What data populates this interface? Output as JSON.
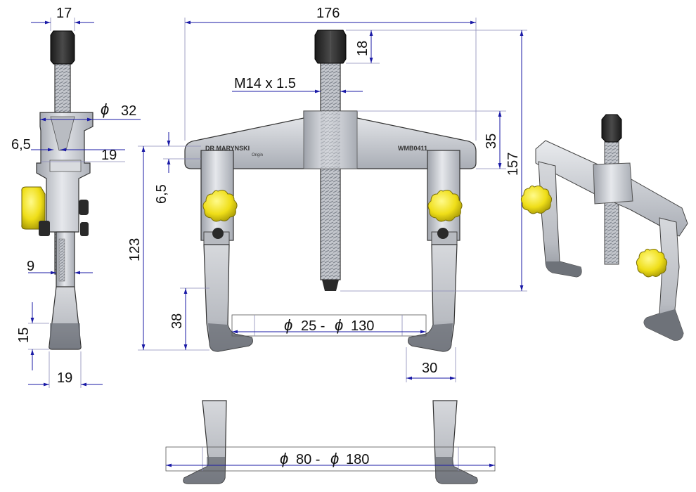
{
  "dimensions": {
    "side_top_width": "17",
    "side_collar_diameter": "32",
    "side_flange": "6,5",
    "side_body_width": "19",
    "side_shank": "9",
    "side_jaw_tip": "15",
    "side_jaw_width": "19",
    "overall_width": "176",
    "nut_height": "18",
    "thread_spec": "M14 x 1.5",
    "crossbar_height": "35",
    "overall_height": "157",
    "front_flange": "6,5",
    "jaw_height": "123",
    "jaw_foot": "38",
    "inner_range_symbol": "ϕ",
    "inner_range": "25 - ",
    "inner_range_symbol2": "ϕ",
    "inner_range_end": "130",
    "hook_width": "30",
    "outer_range_symbol": "ϕ",
    "outer_range": "80 - ",
    "outer_range_symbol2": "ϕ",
    "outer_range_end": "180",
    "diameter_symbol": "ϕ"
  },
  "stamp": {
    "brand": "DR MARYNSKI",
    "origin": "Origin",
    "model": "WMB0411"
  },
  "colors": {
    "dimension_line": "#1a1aa6",
    "steel": "#c9cbd0",
    "thread": "#b5b8bf",
    "nut": "#2b2b2b",
    "knob": "#f2e21a"
  }
}
